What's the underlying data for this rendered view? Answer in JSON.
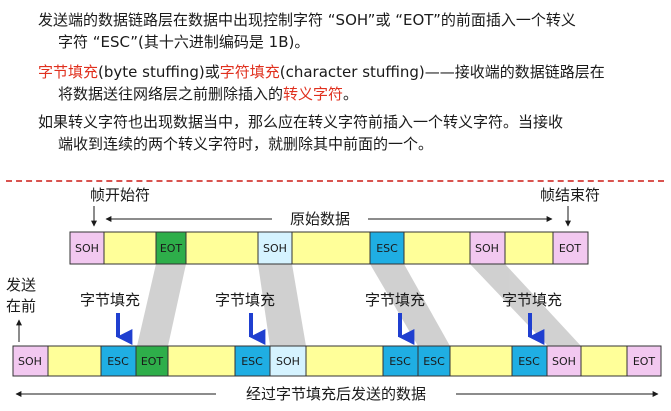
{
  "text": {
    "p1_line1": "发送端的数据链路层在数据中出现控制字符 “SOH”或 “EOT”的前面插入一个转义",
    "p1_line2": "字符 “ESC”(其十六进制编码是 1B)。",
    "p2_term1": "字节填充",
    "p2_mid1": "(byte stuffing)或",
    "p2_term2": "字符填充",
    "p2_mid2": "(character stuffing)——接收端的数据链路层在",
    "p2_line2a": "将数据送往网络层之前删除插入的",
    "p2_term3": "转义字符",
    "p2_line2b": "。",
    "p3_line1": "如果转义字符也出现数据当中，那么应在转义字符前插入一个转义字符。当接收",
    "p3_line2": "端收到连续的两个转义字符时，就删除其中前面的一个。"
  },
  "diagram": {
    "frame_start_label": "帧开始符",
    "frame_end_label": "帧结束符",
    "original_data_label": "原始数据",
    "send_first_label_1": "发送",
    "send_first_label_2": "在前",
    "stuffing_label": "字节填充",
    "stuffed_data_label": "经过字节填充后发送的数据",
    "soh": "SOH",
    "eot": "EOT",
    "esc": "ESC"
  },
  "colors": {
    "data_fill": "#ffff99",
    "soh_fill": "#f2c8f0",
    "eot_fill": "#2eae4a",
    "esc_fill": "#1faee3",
    "soh_light_fill": "#d5f3ff",
    "arrow_blue": "#1f3fd0",
    "separator_red": "#d9534f"
  }
}
